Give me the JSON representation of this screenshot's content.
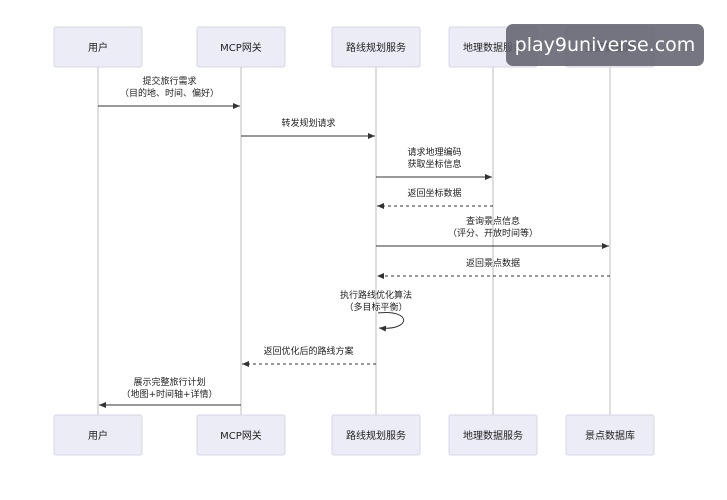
{
  "participants": [
    "用户",
    "MCP网关",
    "路线规划服务",
    "地理数据服务",
    "景点数据库"
  ],
  "messages": [
    {
      "from": 0,
      "to": 1,
      "lines": [
        "提交旅行需求",
        "（目的地、时间、偏好）"
      ],
      "style": "solid"
    },
    {
      "from": 1,
      "to": 2,
      "lines": [
        "转发规划请求"
      ],
      "style": "solid"
    },
    {
      "from": 2,
      "to": 3,
      "lines": [
        "请求地理编码",
        "获取坐标信息"
      ],
      "style": "solid"
    },
    {
      "from": 3,
      "to": 2,
      "lines": [
        "返回坐标数据"
      ],
      "style": "dashed"
    },
    {
      "from": 2,
      "to": 4,
      "lines": [
        "查询景点信息",
        "（评分、开放时间等）"
      ],
      "style": "solid"
    },
    {
      "from": 4,
      "to": 2,
      "lines": [
        "返回景点数据"
      ],
      "style": "dashed"
    },
    {
      "from": 2,
      "to": 2,
      "lines": [
        "执行路线优化算法",
        "（多目标平衡）"
      ],
      "style": "solid"
    },
    {
      "from": 2,
      "to": 1,
      "lines": [
        "返回优化后的路线方案"
      ],
      "style": "dashed"
    },
    {
      "from": 1,
      "to": 0,
      "lines": [
        "展示完整旅行计划",
        "（地图+时间轴+详情）"
      ],
      "style": "solid"
    }
  ],
  "watermark": "play9universe.com"
}
